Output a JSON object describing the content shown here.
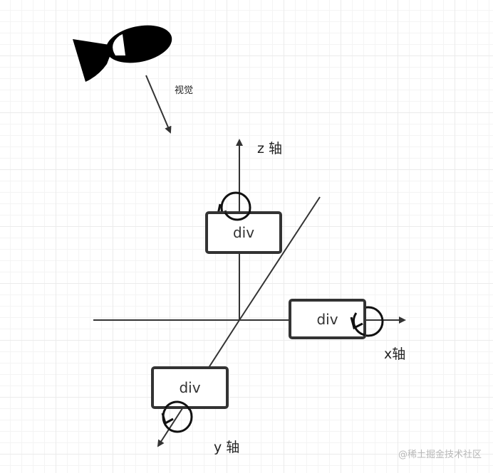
{
  "labels": {
    "vision": "视觉",
    "z_axis": "z 轴",
    "x_axis": "x轴",
    "y_axis": "y 轴"
  },
  "boxes": {
    "top": "div",
    "right": "div",
    "left": "div"
  },
  "watermark": "@稀土掘金技术社区",
  "icons": {
    "viewer": "eye-icon",
    "rotation": "rotate-arrow-icon"
  },
  "colors": {
    "stroke": "#333333",
    "eye": "#000000",
    "watermark": "#b8b8b8"
  }
}
